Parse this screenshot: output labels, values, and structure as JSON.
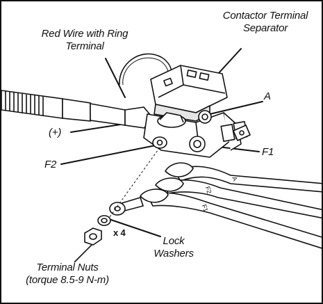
{
  "labels": {
    "red_wire_line1": "Red Wire with Ring",
    "red_wire_line2": "Terminal",
    "contactor_line1": "Contactor Terminal",
    "contactor_line2": "Separator",
    "a": "A",
    "plus": "(+)",
    "f1": "F1",
    "f2": "F2",
    "x4": "x 4",
    "lock_line1": "Lock",
    "lock_line2": "Washers",
    "nuts_line1": "Terminal Nuts",
    "nuts_line2": "(torque 8.5-9 N-m)"
  },
  "cable_tags": {
    "a": "A",
    "f2": "F2",
    "f1": "F1"
  }
}
